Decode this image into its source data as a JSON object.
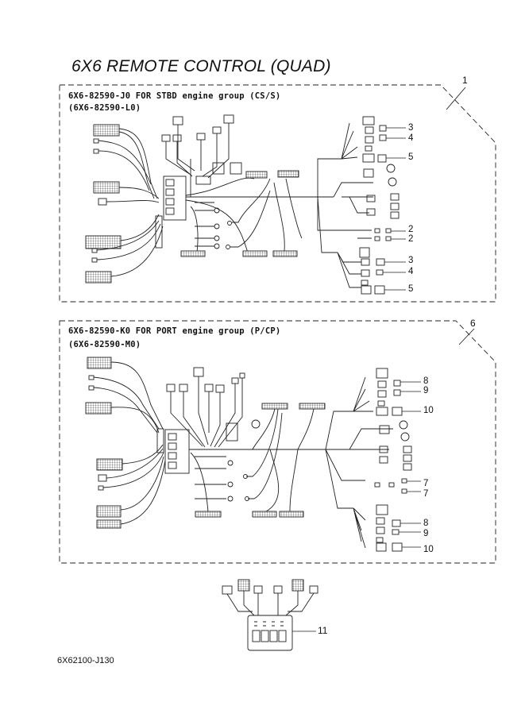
{
  "title": "6X6 REMOTE CONTROL (QUAD)",
  "group1": {
    "ref": "1",
    "line1": "6X6-82590-J0  FOR  STBD engine group (CS/S)",
    "line2": "(6X6-82590-L0)",
    "callouts": [
      "3",
      "4",
      "5",
      "2",
      "2",
      "3",
      "4",
      "5"
    ]
  },
  "group2": {
    "ref": "6",
    "line1": "6X6-82590-K0  FOR  PORT engine group (P/CP)",
    "line2": "(6X6-82590-M0)",
    "callouts": [
      "8",
      "9",
      "10",
      "7",
      "7",
      "8",
      "9",
      "10"
    ]
  },
  "part11": {
    "ref": "11"
  },
  "part_code": "6X62100-J130"
}
